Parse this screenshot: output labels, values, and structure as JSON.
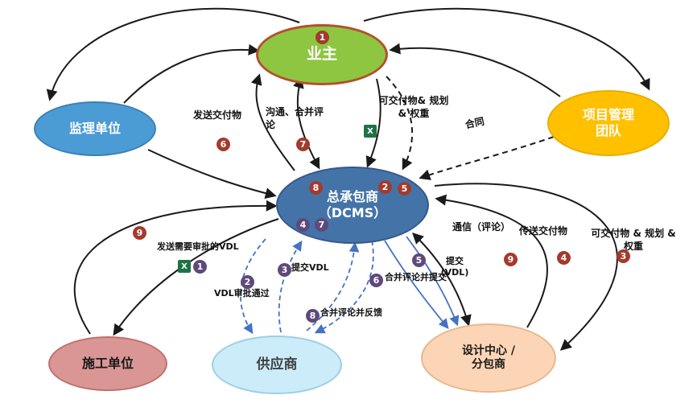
{
  "nodes": {
    "owner": {
      "label": "业主"
    },
    "supervision": {
      "label": "监理单位"
    },
    "pm_team": {
      "label": "项目管理\n团队"
    },
    "contractor": {
      "label": "总承包商\n（DCMS）"
    },
    "construction": {
      "label": "施工单位"
    },
    "supplier": {
      "label": "供应商"
    },
    "design": {
      "label": "设计中心 /\n分包商"
    }
  },
  "edge_labels": {
    "send_deliverables": "发送交付物",
    "comm_merge": "沟通、合并评\n论",
    "deliverables_plan_weight_top": "可交付物& 规划\n& 权重",
    "contract": "合同",
    "comm_comments": "通信（评论）",
    "transfer_deliverables": "传送交付物",
    "deliverables_plan_weight_right": "可交付物 & 规划 &\n权重",
    "send_vdl_for_approval": "发送需要审批的VDL",
    "vdl_approved": "VDL审批通过",
    "submit_vdl": "提交VDL",
    "merge_comments_submit": "合并评论并提交",
    "submit_vdl_2": "提交\n(VDL)",
    "merge_comments_feedback": "合并评论并反馈"
  },
  "badges": {
    "owner_1": "1",
    "red_6": "6",
    "red_7": "7",
    "red_8": "8",
    "red_2": "2",
    "red_5": "5",
    "red_9_left": "9",
    "red_9_right": "9",
    "red_4_right": "4",
    "red_3_right": "3",
    "purple_4": "4",
    "purple_7": "7",
    "purple_1": "1",
    "purple_2": "2",
    "purple_3": "3",
    "purple_6": "6",
    "purple_5": "5",
    "purple_8": "8"
  },
  "icons": {
    "excel_glyph": "X"
  },
  "colors": {
    "owner_fill": "#8EC641",
    "owner_border": "#B3502D",
    "supervision_fill": "#4B9BD5",
    "pm_fill": "#FFC000",
    "contractor_fill": "#4473A8",
    "construction_fill": "#D99694",
    "supplier_fill": "#CBECF8",
    "design_fill": "#FBD5B5",
    "badge_red": "#A23B2E",
    "badge_purple": "#5F497A",
    "edge_black": "#1A1A1A",
    "edge_blue": "#4472C4",
    "excel_green": "#1F7244"
  }
}
